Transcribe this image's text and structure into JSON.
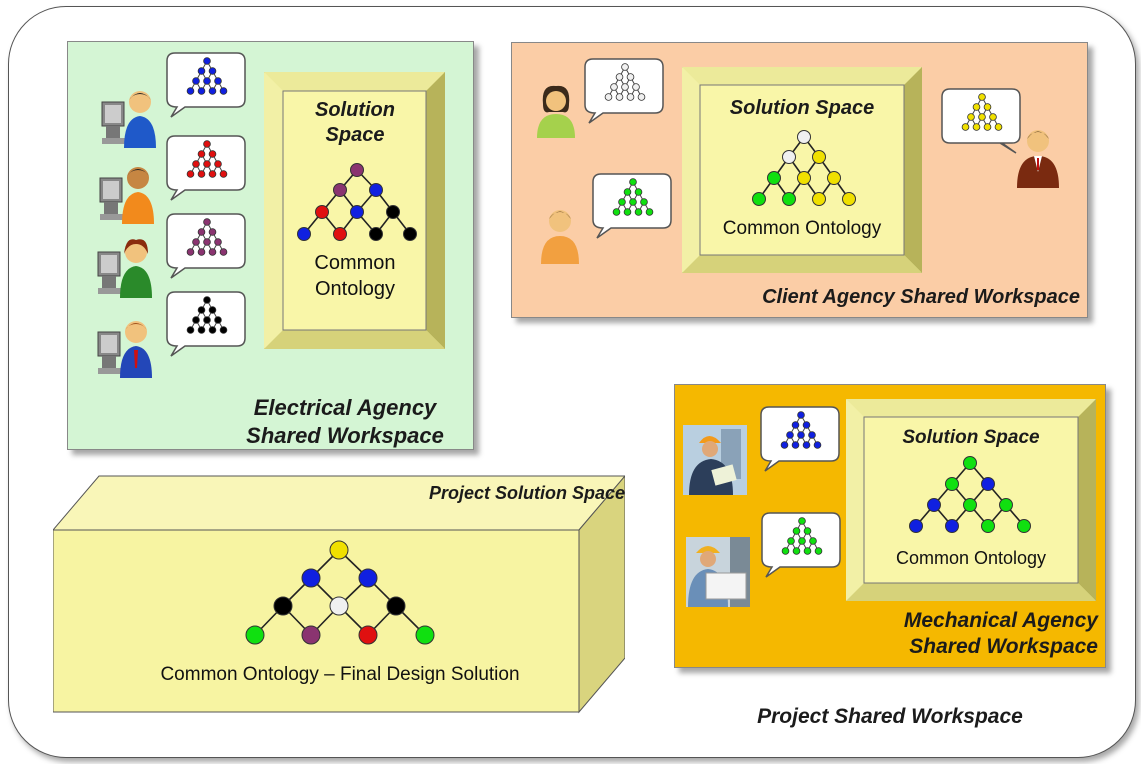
{
  "workspaces": {
    "electrical": {
      "name_line1": "Electrical Agency",
      "name_line2": "Shared Workspace",
      "solution_line1": "Solution",
      "solution_line2": "Space",
      "ontology_line1": "Common",
      "ontology_line2": "Ontology",
      "color": "#d4f5d4",
      "members": 4
    },
    "client": {
      "name": "Client Agency Shared Workspace",
      "solution": "Solution Space",
      "ontology": "Common Ontology",
      "color": "#fbcda6",
      "members": 3
    },
    "mechanical": {
      "name_line1": "Mechanical Agency",
      "name_line2": "Shared Workspace",
      "solution": "Solution Space",
      "ontology": "Common Ontology",
      "color": "#f5b800",
      "members": 2
    },
    "project": {
      "solution_title": "Project Solution Space",
      "ontology": "Common Ontology – Final Design Solution",
      "color": "#f7f4a2"
    }
  },
  "outer_label": "Project Shared Workspace",
  "node_colors": {
    "blue": "#1020e0",
    "red": "#e01010",
    "purple": "#8a3470",
    "black": "#000000",
    "green": "#10e010",
    "yellow": "#f0e000",
    "white": "#f0f0f0"
  }
}
